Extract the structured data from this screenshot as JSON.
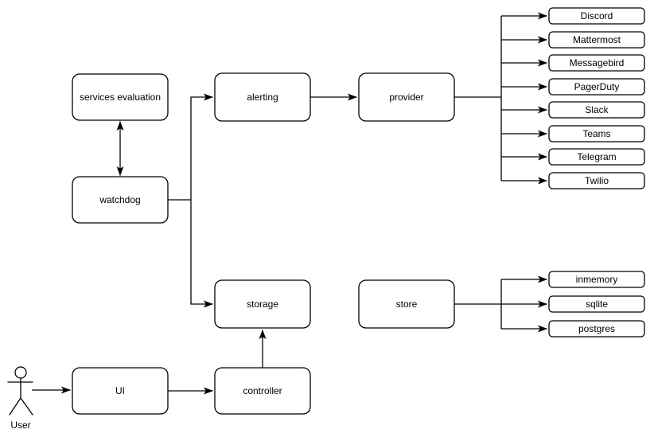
{
  "diagram": {
    "background_color": "#ffffff",
    "stroke_color": "#000000",
    "text_color": "#000000",
    "actor_label": "User",
    "nodes": {
      "services_evaluation": "services evaluation",
      "watchdog": "watchdog",
      "alerting": "alerting",
      "provider": "provider",
      "storage": "storage",
      "store": "store",
      "ui": "UI",
      "controller": "controller"
    },
    "providers": [
      "Discord",
      "Mattermost",
      "Messagebird",
      "PagerDuty",
      "Slack",
      "Teams",
      "Telegram",
      "Twilio"
    ],
    "stores": [
      "inmemory",
      "sqlite",
      "postgres"
    ]
  }
}
